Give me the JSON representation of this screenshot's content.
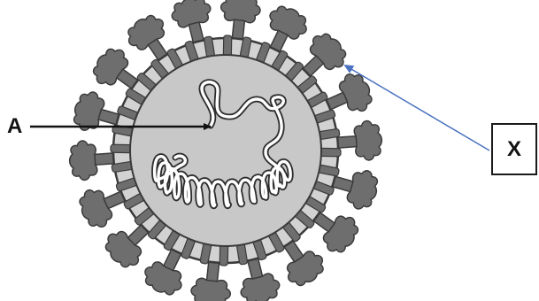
{
  "labels": {
    "a": "A",
    "x": "X"
  },
  "colors": {
    "spike_fill": "#6e6e6e",
    "outline": "#3a3a3a",
    "envelope": "#d2d2d2",
    "interior": "#c8c8c8",
    "rna_fill": "#ffffff",
    "arrow_a": "#111111",
    "arrow_x": "#4a72c0"
  },
  "figure": {
    "subject": "coronavirus-particle",
    "spike_count": 18,
    "membrane_protein_count": 36
  }
}
